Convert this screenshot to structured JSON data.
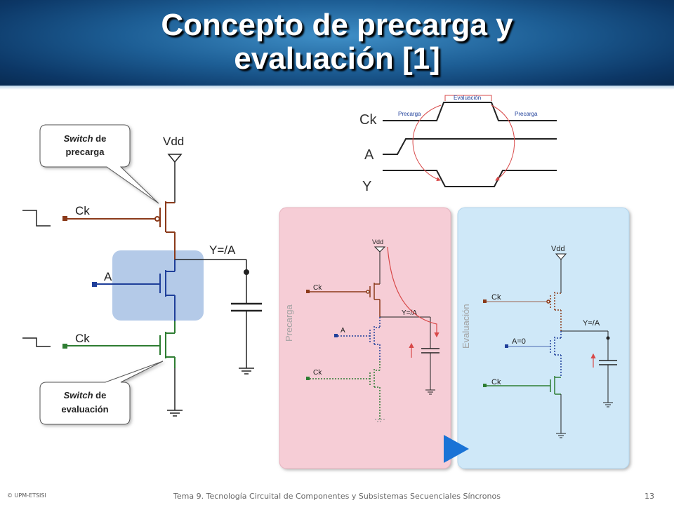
{
  "slide": {
    "title_line1": "Concepto de precarga y",
    "title_line2": "evaluación [1]"
  },
  "callouts": {
    "precharge_switch_italic": "Switch",
    "precharge_switch_rest": " de",
    "precharge_switch_line2": "precarga",
    "eval_switch_italic": "Switch",
    "eval_switch_rest": " de",
    "eval_switch_line2": "evaluación"
  },
  "main_circuit": {
    "vdd": "Vdd",
    "ck_top": "Ck",
    "input_a": "A",
    "ck_bottom": "Ck",
    "output": "Y=/A"
  },
  "timing": {
    "evaluacion": "Evaluación",
    "precarga_left": "Precarga",
    "precarga_right": "Precarga",
    "signal_ck": "Ck",
    "signal_a": "A",
    "signal_y": "Y"
  },
  "panel_precarga": {
    "side_label": "Precarga",
    "vdd": "Vdd",
    "ck_top": "Ck",
    "input_a": "A",
    "ck_bottom": "Ck",
    "output": "Y=/A"
  },
  "panel_evaluacion": {
    "side_label": "Evaluación",
    "vdd": "Vdd",
    "ck_top": "Ck",
    "input_a": "A=0",
    "ck_bottom": "Ck",
    "output": "Y=/A"
  },
  "footer": {
    "copyright": "© UPM-ETSISI",
    "course": "Tema 9. Tecnología Circuital de Componentes y Subsistemas Secuenciales Síncronos",
    "page": "13"
  },
  "colors": {
    "precharge_pmos": "#8b3a1a",
    "input_nmos": "#1f3f9a",
    "eval_nmos": "#2e7d32",
    "highlight": "#9bb8e0",
    "panel_pink": "#f6cdd6",
    "panel_blue": "#cfe8f8",
    "current_arrow": "#d84848",
    "play_button": "#1a73d6"
  }
}
